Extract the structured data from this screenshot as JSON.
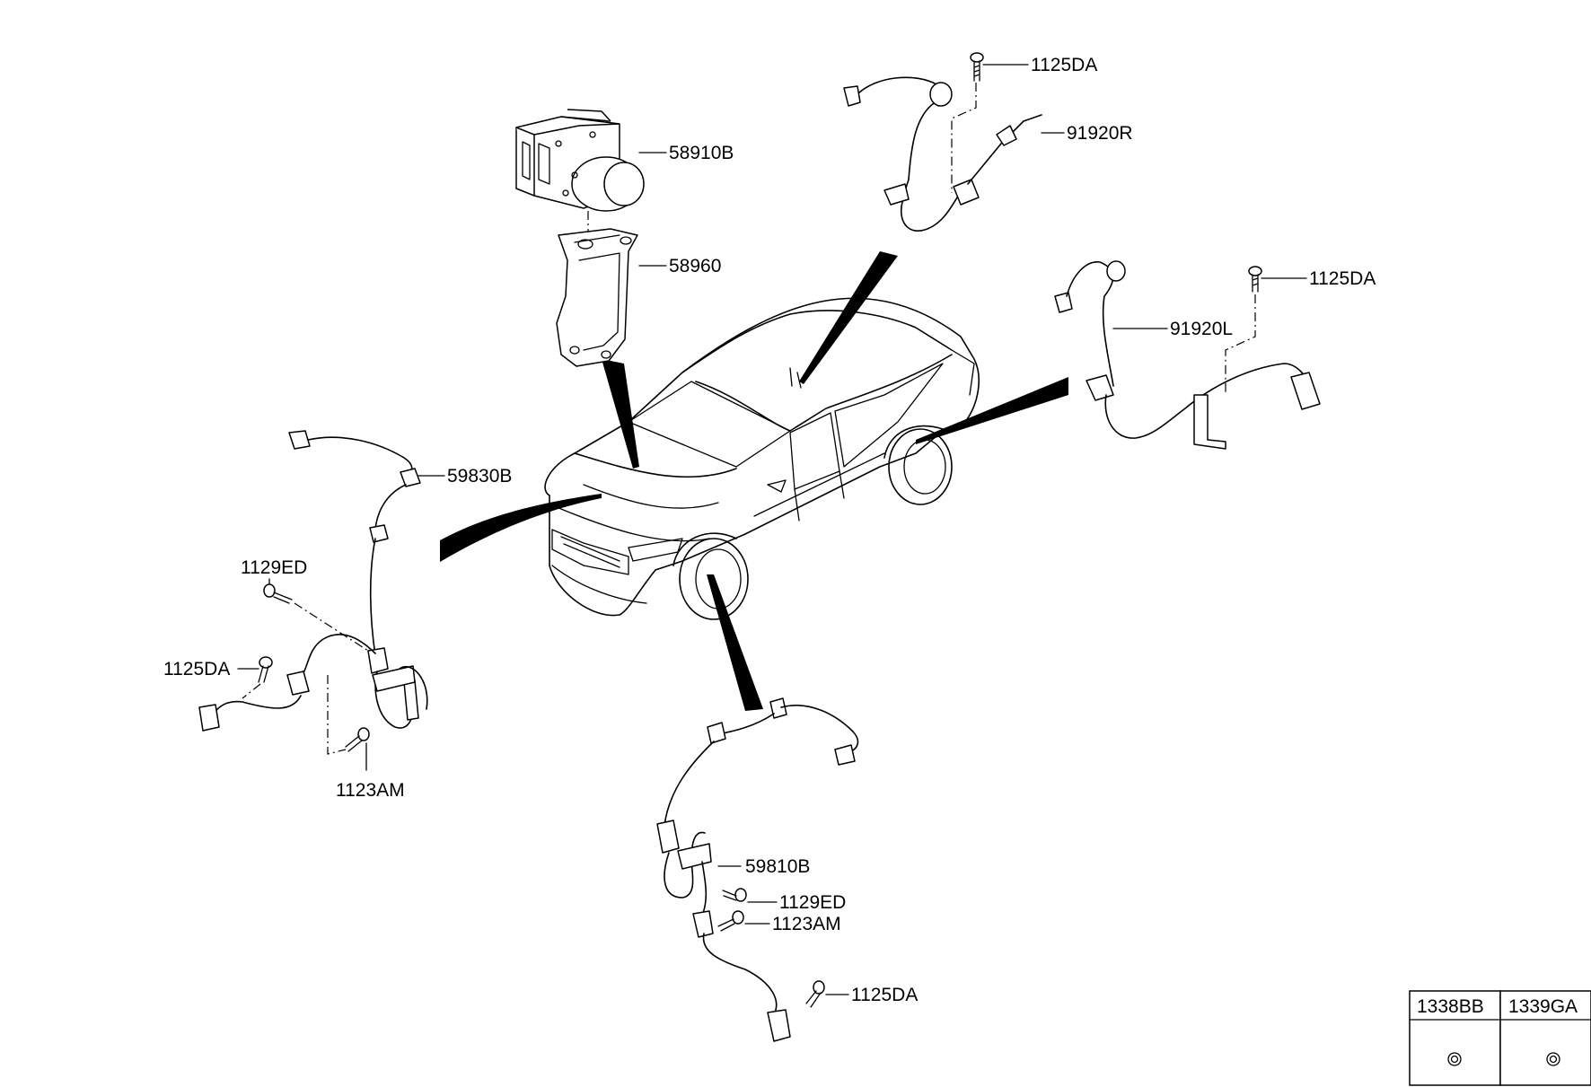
{
  "callouts": {
    "hecu": "58910B",
    "bracket": "58960",
    "rr_sensor_top": "91920R",
    "bolt_top_right": "1125DA",
    "rl_sensor": "91920L",
    "bolt_right": "1125DA",
    "front_left_sensor": "59830B",
    "bolt_1129ed_left": "1129ED",
    "bolt_1125da_left": "1125DA",
    "bolt_1123am_left": "1123AM",
    "front_right_sensor": "59810B",
    "bolt_1129ed_bottom": "1129ED",
    "bolt_1123am_bottom": "1123AM",
    "bolt_1125da_bottom": "1125DA"
  },
  "parts_table": {
    "columns": [
      "1338BB",
      "1339GA"
    ]
  }
}
